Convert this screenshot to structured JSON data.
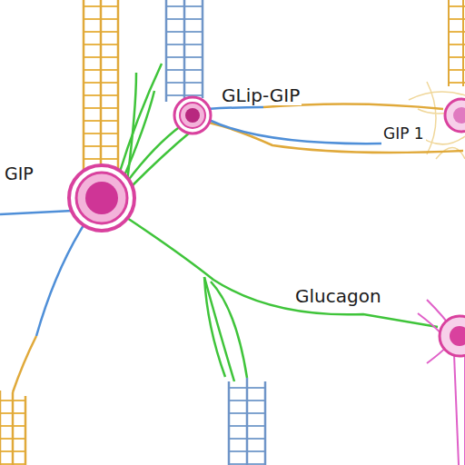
{
  "diagram": {
    "labels": [
      "GLip-GIP",
      "GIP 1",
      "GIP",
      "Glucagon"
    ]
  }
}
